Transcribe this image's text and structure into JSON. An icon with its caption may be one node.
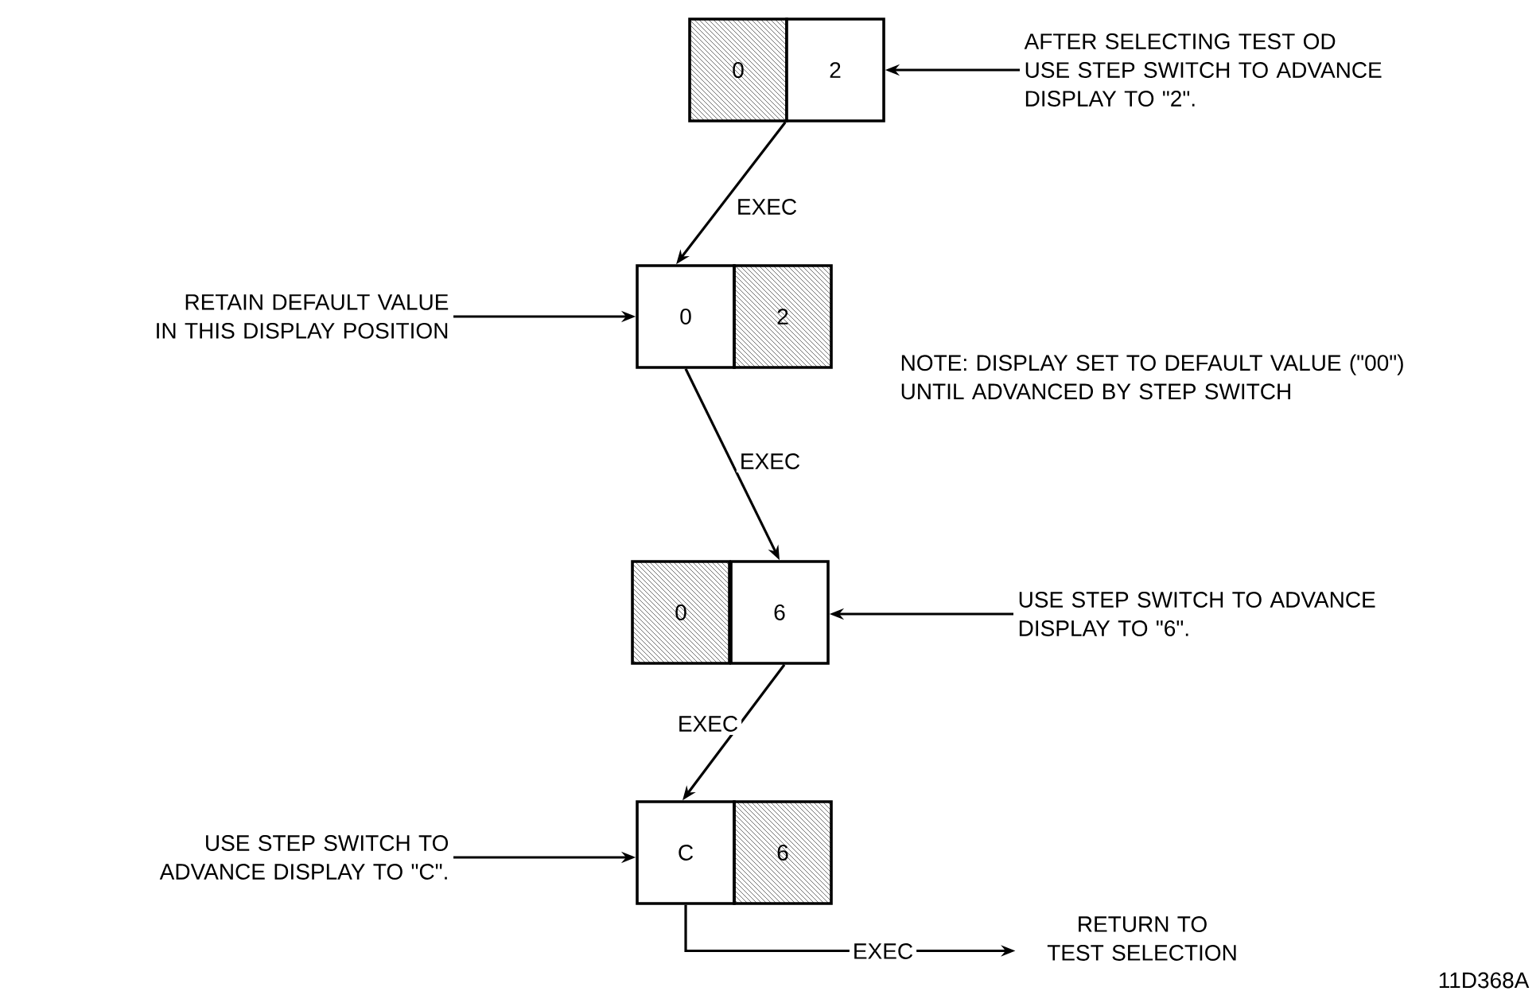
{
  "diagram": {
    "nodes": [
      {
        "text": [
          "0"
        ]
      },
      {
        "text": [
          "2"
        ]
      },
      {
        "text": [
          "AFTER SELECTING TEST OD USE STEP SWITCH TO ADVANCE DISPLAY TO \"2\"."
        ]
      },
      {
        "text": [
          "RETAIN DEFAULT VALUE IN THIS DISPLAY POSITION"
        ]
      },
      {
        "text": [
          "0"
        ]
      },
      {
        "text": [
          "2"
        ]
      },
      {
        "text": [
          "0"
        ]
      },
      {
        "text": [
          "6"
        ]
      },
      {
        "text": [
          "USE STEP SWITCH TO ADVANCE DISPLAY TO \"6\"."
        ]
      },
      {
        "text": [
          "USE STEP SWITCH TO ADVANCE DISPLAY TO \"C\"."
        ]
      },
      {
        "text": [
          "C"
        ]
      },
      {
        "text": [
          "6"
        ]
      },
      {
        "text": [
          "RETURN TO TEST SELECTION"
        ]
      }
    ],
    "edges": [
      {
        "from": 2,
        "to": 1,
        "arrow": "to"
      },
      {
        "from": 1,
        "to": 4,
        "arrow": "to",
        "label": "EXEC"
      },
      {
        "from": 3,
        "to": 4,
        "arrow": "to"
      },
      {
        "from": 4,
        "to": 7,
        "arrow": "to",
        "label": "EXEC"
      },
      {
        "from": 8,
        "to": 7,
        "arrow": "to"
      },
      {
        "from": 7,
        "to": 10,
        "arrow": "to",
        "label": "EXEC"
      },
      {
        "from": 9,
        "to": 10,
        "arrow": "to"
      },
      {
        "from": 10,
        "to": 12,
        "arrow": "to",
        "label": "EXEC"
      }
    ],
    "labels": [
      "NOTE: DISPLAY SET TO DEFAULT VALUE (\"00\") UNTIL ADVANCED BY STEP SWITCH",
      "11D368A"
    ]
  }
}
